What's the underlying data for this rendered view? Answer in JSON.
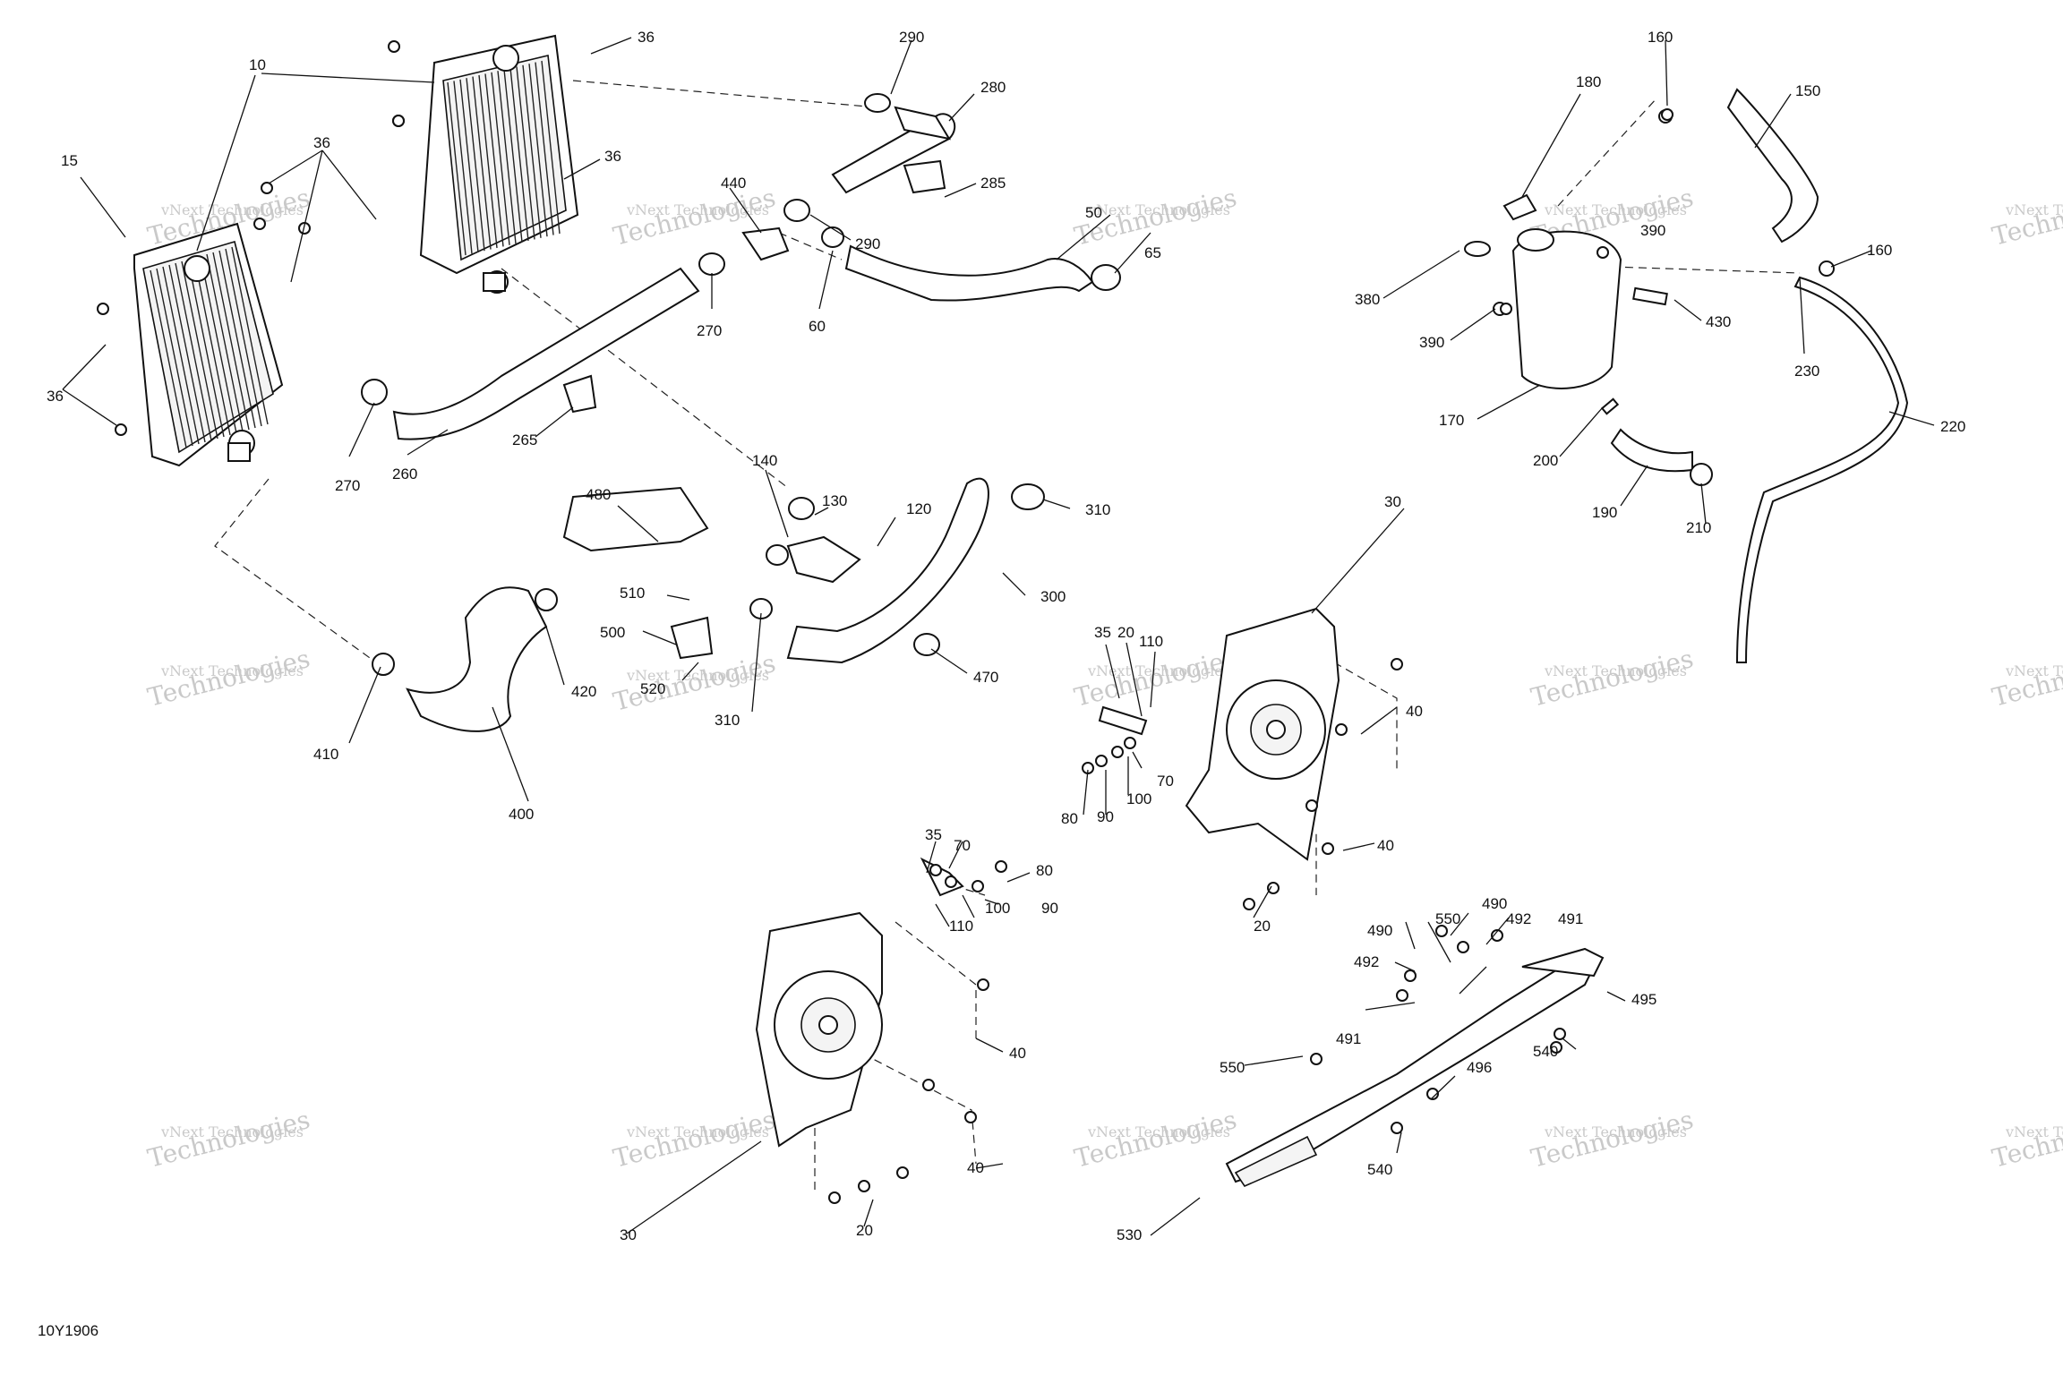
{
  "figure_code": "10Y1906",
  "watermark": {
    "line1": "vNext Technologies",
    "line2": "Technologies"
  },
  "callouts": [
    {
      "id": "c10",
      "text": "10"
    },
    {
      "id": "c15",
      "text": "15"
    },
    {
      "id": "c36a",
      "text": "36"
    },
    {
      "id": "c36b",
      "text": "36"
    },
    {
      "id": "c36c",
      "text": "36"
    },
    {
      "id": "c36d",
      "text": "36"
    },
    {
      "id": "c290a",
      "text": "290"
    },
    {
      "id": "c280",
      "text": "280"
    },
    {
      "id": "c285",
      "text": "285"
    },
    {
      "id": "c290b",
      "text": "290"
    },
    {
      "id": "c440",
      "text": "440"
    },
    {
      "id": "c270a",
      "text": "270"
    },
    {
      "id": "c60",
      "text": "60"
    },
    {
      "id": "c50",
      "text": "50"
    },
    {
      "id": "c65",
      "text": "65"
    },
    {
      "id": "c270b",
      "text": "270"
    },
    {
      "id": "c260",
      "text": "260"
    },
    {
      "id": "c265",
      "text": "265"
    },
    {
      "id": "c140",
      "text": "140"
    },
    {
      "id": "c130",
      "text": "130"
    },
    {
      "id": "c120",
      "text": "120"
    },
    {
      "id": "c310a",
      "text": "310"
    },
    {
      "id": "c300",
      "text": "300"
    },
    {
      "id": "c480",
      "text": "480"
    },
    {
      "id": "c510",
      "text": "510"
    },
    {
      "id": "c500",
      "text": "500"
    },
    {
      "id": "c520",
      "text": "520"
    },
    {
      "id": "c420",
      "text": "420"
    },
    {
      "id": "c310b",
      "text": "310"
    },
    {
      "id": "c470",
      "text": "470"
    },
    {
      "id": "c410",
      "text": "410"
    },
    {
      "id": "c400",
      "text": "400"
    },
    {
      "id": "c160a",
      "text": "160"
    },
    {
      "id": "c180",
      "text": "180"
    },
    {
      "id": "c150",
      "text": "150"
    },
    {
      "id": "c390a",
      "text": "390"
    },
    {
      "id": "c160b",
      "text": "160"
    },
    {
      "id": "c380",
      "text": "380"
    },
    {
      "id": "c390b",
      "text": "390"
    },
    {
      "id": "c430",
      "text": "430"
    },
    {
      "id": "c230",
      "text": "230"
    },
    {
      "id": "c170",
      "text": "170"
    },
    {
      "id": "c220",
      "text": "220"
    },
    {
      "id": "c200",
      "text": "200"
    },
    {
      "id": "c190",
      "text": "190"
    },
    {
      "id": "c210",
      "text": "210"
    },
    {
      "id": "c30a",
      "text": "30"
    },
    {
      "id": "c35a",
      "text": "35"
    },
    {
      "id": "c20a",
      "text": "20"
    },
    {
      "id": "c110a",
      "text": "110"
    },
    {
      "id": "c40a",
      "text": "40"
    },
    {
      "id": "c70a",
      "text": "70"
    },
    {
      "id": "c100a",
      "text": "100"
    },
    {
      "id": "c90a",
      "text": "90"
    },
    {
      "id": "c80a",
      "text": "80"
    },
    {
      "id": "c40b",
      "text": "40"
    },
    {
      "id": "c20b",
      "text": "20"
    },
    {
      "id": "c35b",
      "text": "35"
    },
    {
      "id": "c70b",
      "text": "70"
    },
    {
      "id": "c80b",
      "text": "80"
    },
    {
      "id": "c100b",
      "text": "100"
    },
    {
      "id": "c90b",
      "text": "90"
    },
    {
      "id": "c110b",
      "text": "110"
    },
    {
      "id": "c40c",
      "text": "40"
    },
    {
      "id": "c40d",
      "text": "40"
    },
    {
      "id": "c30b",
      "text": "30"
    },
    {
      "id": "c20c",
      "text": "20"
    },
    {
      "id": "c490a",
      "text": "490"
    },
    {
      "id": "c550a",
      "text": "550"
    },
    {
      "id": "c490b",
      "text": "490"
    },
    {
      "id": "c492a",
      "text": "492"
    },
    {
      "id": "c491a",
      "text": "491"
    },
    {
      "id": "c492b",
      "text": "492"
    },
    {
      "id": "c491b",
      "text": "491"
    },
    {
      "id": "c495",
      "text": "495"
    },
    {
      "id": "c540a",
      "text": "540"
    },
    {
      "id": "c550b",
      "text": "550"
    },
    {
      "id": "c496",
      "text": "496"
    },
    {
      "id": "c540b",
      "text": "540"
    },
    {
      "id": "c530",
      "text": "530"
    }
  ]
}
